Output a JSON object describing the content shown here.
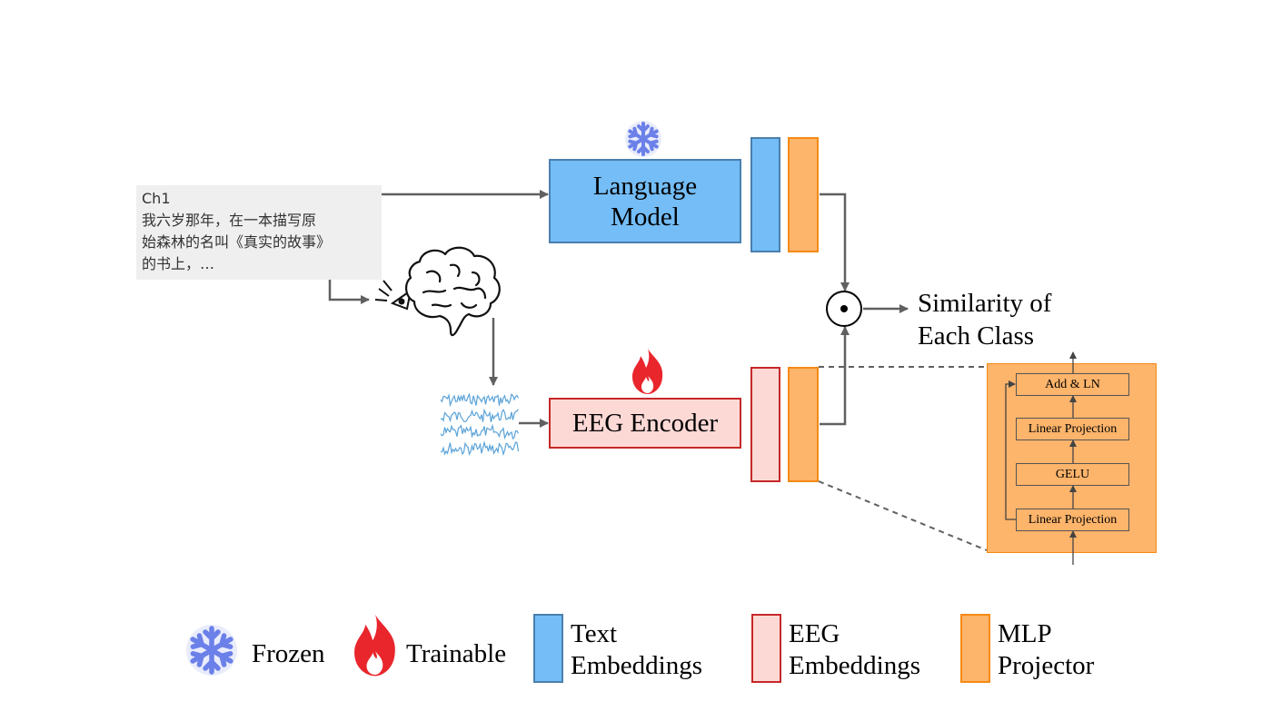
{
  "input_text": {
    "lines": [
      "Ch1",
      "我六岁那年，在一本描写原",
      "始森林的名叫《真实的故事》",
      "的书上，…"
    ]
  },
  "language_model": {
    "label_line1": "Language",
    "label_line2": "Model",
    "status_icon": "snowflake-icon"
  },
  "eeg_encoder": {
    "label": "EEG Encoder",
    "status_icon": "flame-icon"
  },
  "output": {
    "line1": "Similarity of",
    "line2": "Each Class",
    "operator_icon": "dot-product-icon"
  },
  "mlp_detail": {
    "layers": [
      "Add & LN",
      "Linear Projection",
      "GELU",
      "Linear Projection"
    ]
  },
  "legend": {
    "frozen": "Frozen",
    "trainable": "Trainable",
    "text_emb_line1": "Text",
    "text_emb_line2": "Embeddings",
    "eeg_emb_line1": "EEG",
    "eeg_emb_line2": "Embeddings",
    "mlp_line1": "MLP",
    "mlp_line2": "Projector"
  },
  "colors": {
    "text_embedding": "#74bdf7",
    "eeg_embedding": "#fdd9d6",
    "mlp_projector": "#fdb46b",
    "frozen_icon": "#6b80e8",
    "trainable_icon": "#e8262c",
    "eeg_signal": "#5ba3d8"
  }
}
